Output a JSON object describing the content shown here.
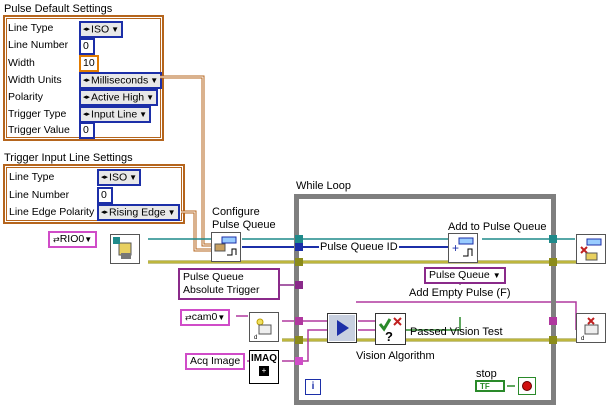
{
  "pulse_default": {
    "title": "Pulse Default Settings",
    "rows": [
      {
        "label": "Line Type",
        "value": "ISO"
      },
      {
        "label": "Line Number",
        "value": "0"
      },
      {
        "label": "Width",
        "value": "10"
      },
      {
        "label": "Width Units",
        "value": "Milliseconds"
      },
      {
        "label": "Polarity",
        "value": "Active High"
      },
      {
        "label": "Trigger Type",
        "value": "Input Line"
      },
      {
        "label": "Trigger Value",
        "value": "0"
      }
    ]
  },
  "trigger_input": {
    "title": "Trigger Input Line Settings",
    "rows": [
      {
        "label": "Line Type",
        "value": "ISO"
      },
      {
        "label": "Line Number",
        "value": "0"
      },
      {
        "label": "Line Edge Polarity",
        "value": "Rising Edge"
      }
    ]
  },
  "rio": {
    "value": "RIO0"
  },
  "configure": {
    "label_line1": "Configure",
    "label_line2": "Pulse Queue"
  },
  "pulse_queue_id": "Pulse Queue ID",
  "pulse_queue_abs": {
    "line1": "Pulse Queue",
    "line2": "Absolute Trigger"
  },
  "while_loop": {
    "label": "While Loop",
    "iteration": "i"
  },
  "add_to_pulse_queue": "Add to Pulse Queue",
  "pulse_queue_ring": "Pulse Queue",
  "add_empty_pulse": "Add Empty Pulse (F)",
  "passed_vision": "Passed Vision Test",
  "vision_algorithm": "Vision Algorithm",
  "cam": {
    "value": "cam0"
  },
  "acq_image": "Acq Image",
  "imaq": "IMAQ",
  "stop": {
    "label": "stop",
    "tf": "TF"
  },
  "colors": {
    "cluster": "#b5651d",
    "blue": "#1c2fa8",
    "pink": "#d04cc8",
    "purple": "#8a2a8a",
    "teal": "#1f8a8a",
    "loop": "#7f7f7f"
  }
}
